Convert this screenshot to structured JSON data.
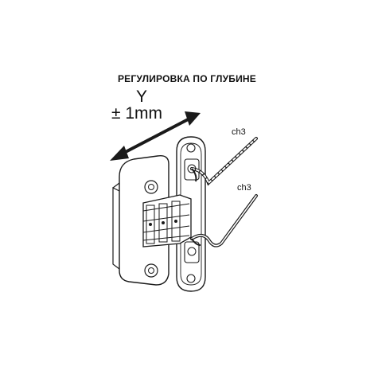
{
  "diagram": {
    "heading": "РЕГУЛИРОВКА ПО ГЛУБИНЕ",
    "axis_letter": "Y",
    "tolerance": "± 1mm",
    "tool_labels": [
      "ch3",
      "ch3"
    ],
    "colors": {
      "line": "#1a1a1a",
      "fill": "#ffffff",
      "shade": "#d9d9d9"
    }
  }
}
